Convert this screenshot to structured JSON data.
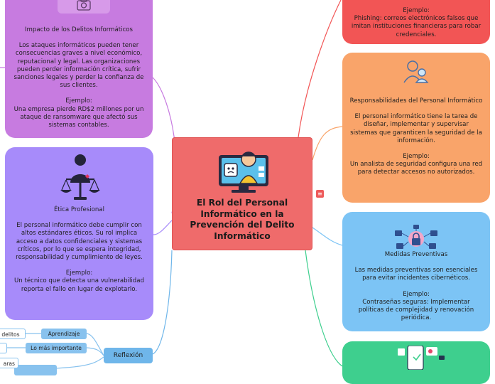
{
  "center": {
    "title": "El Rol del Personal Informático en la Prevención del Delito Informático",
    "menu_icon": "≡"
  },
  "left": {
    "impacto": {
      "title": "Impacto de los Delitos Informáticos",
      "body": "Los ataques informáticos pueden tener consecuencias graves a nivel económico, reputacional y legal. Las organizaciones pueden perder información crítica, sufrir sanciones legales y perder la confianza de sus clientes.",
      "example_label": "Ejemplo:",
      "example": "Una empresa pierde RD$2 millones por un ataque de ransomware que afectó sus sistemas contables.",
      "icon": "camera-icon"
    },
    "etica": {
      "title": "Ética Profesional",
      "body": "El personal informático debe cumplir con altos estándares éticos. Su rol implica acceso a datos confidenciales y sistemas críticos, por lo que se espera integridad, responsabilidad y cumplimiento de leyes.",
      "example_label": "Ejemplo:",
      "example": "Un técnico que detecta una vulnerabilidad reporta el fallo en lugar de explotarlo.",
      "icon": "justice-scale-icon"
    }
  },
  "right": {
    "phishing": {
      "example_label": "Ejemplo:",
      "example": "Phishing: correos electrónicos falsos que imitan instituciones financieras para robar credenciales."
    },
    "responsabilidades": {
      "title": "Responsabilidades del Personal Informático",
      "body": "El personal informático tiene la tarea de diseñar, implementar y supervisar sistemas que garanticen la seguridad de la información.",
      "example_label": "Ejemplo:",
      "example": "Un analista de seguridad configura una red para detectar accesos no autorizados.",
      "icon": "person-support-icon"
    },
    "medidas": {
      "title": "Medidas Preventivas",
      "body": "Las medidas preventivas son esenciales para evitar incidentes cibernéticos.",
      "example_label": "Ejemplo:",
      "example": "Contraseñas seguras: Implementar políticas de complejidad y renovación periódica.",
      "icon": "network-security-icon"
    }
  },
  "reflexion": {
    "label": "Reflexión",
    "items": [
      {
        "label": "Aprendizaje",
        "child": "delitos"
      },
      {
        "label": "Lo más importante",
        "child": ""
      },
      {
        "label": "",
        "child": "aras"
      }
    ]
  },
  "colors": {
    "purple": "#c77be0",
    "violet": "#a78bfa",
    "red": "#f25555",
    "orange": "#f9a46a",
    "blue": "#7cc4f5",
    "green": "#3ecf8e",
    "center": "#ef6b6b"
  }
}
